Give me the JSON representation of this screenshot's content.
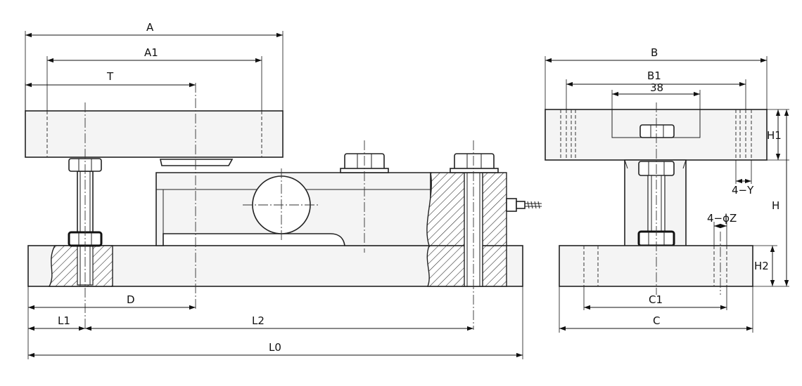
{
  "labels": {
    "A": "A",
    "A1": "A1",
    "T": "T",
    "D": "D",
    "L1": "L1",
    "L2": "L2",
    "L0": "L0",
    "B": "B",
    "B1": "B1",
    "dim38": "38",
    "H1": "H1",
    "H": "H",
    "H2": "H2",
    "holesY": "4−Y",
    "holesZ": "4−ϕZ",
    "C1": "C1",
    "C": "C"
  }
}
